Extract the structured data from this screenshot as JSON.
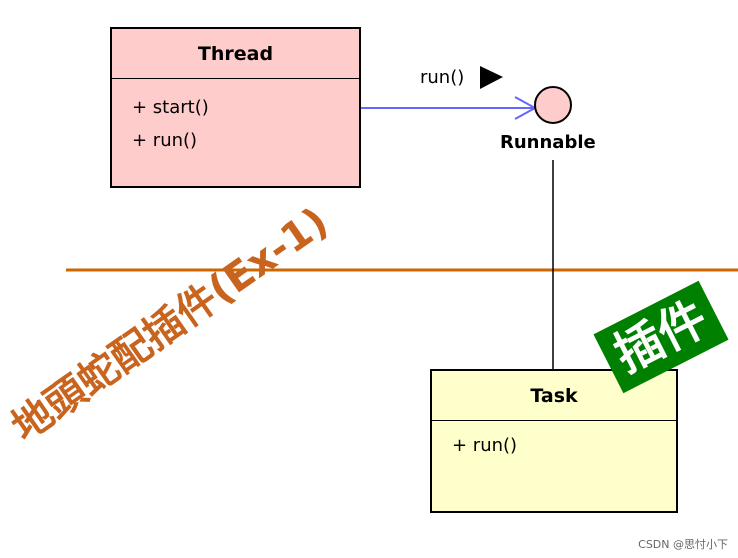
{
  "thread_class": {
    "name": "Thread",
    "operations": [
      "+ start()",
      "+ run()"
    ],
    "fill": "#ffcccc"
  },
  "interface": {
    "name": "Runnable",
    "fill": "#ffcccc"
  },
  "message": {
    "label": "run()",
    "color": "#6666ff"
  },
  "task_class": {
    "name": "Task",
    "operations": [
      "+ run()"
    ],
    "fill": "#ffffcc"
  },
  "separator": {
    "color": "#cc6600"
  },
  "plugin_badge": {
    "label": "插件",
    "fill": "#008000"
  },
  "overlay_title": {
    "text": "地頭蛇配插件(Ex-1)",
    "color": "#c8641e"
  },
  "credit": {
    "text": "CSDN @思忖小下"
  }
}
